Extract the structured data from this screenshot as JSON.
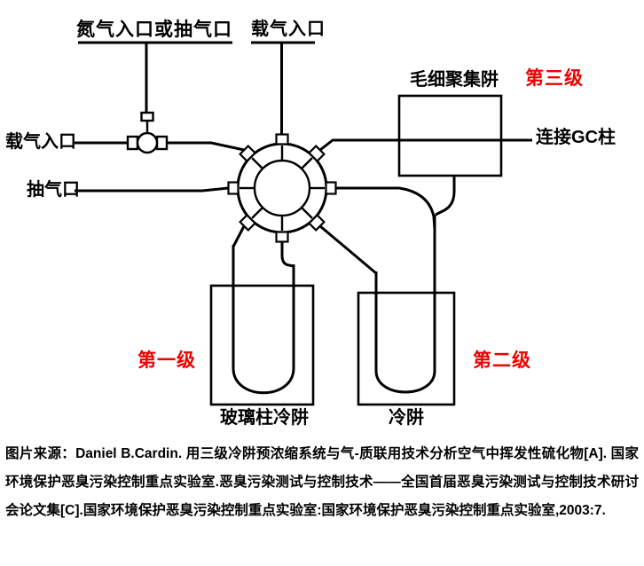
{
  "diagram": {
    "labels": {
      "nitrogen_inlet": "氮气入口或抽气口",
      "carrier_top": "载气入口",
      "carrier_left": "载气入口",
      "pump_port": "抽气口",
      "capillary_trap": "毛细聚集阱",
      "stage3": "第三级",
      "gc_column": "连接GC柱",
      "stage1": "第一级",
      "stage2": "第二级",
      "glass_trap": "玻璃柱冷阱",
      "cold_trap": "冷阱"
    },
    "colors": {
      "stage_label": "#ee0000",
      "line": "#000000",
      "background": "#ffffff"
    },
    "components": [
      "eight-port-rotary-valve",
      "inlet-tee-valve",
      "glass-column-cold-trap",
      "cold-trap",
      "capillary-focusing-trap"
    ]
  },
  "caption": {
    "text": "图片来源：Daniel B.Cardin. 用三级冷阱预浓缩系统与气-质联用技术分析空气中挥发性硫化物[A]. 国家环境保护恶臭污染控制重点实验室.恶臭污染测试与控制技术——全国首届恶臭污染测试与控制技术研讨会论文集[C].国家环境保护恶臭污染控制重点实验室:国家环境保护恶臭污染控制重点实验室,2003:7."
  }
}
